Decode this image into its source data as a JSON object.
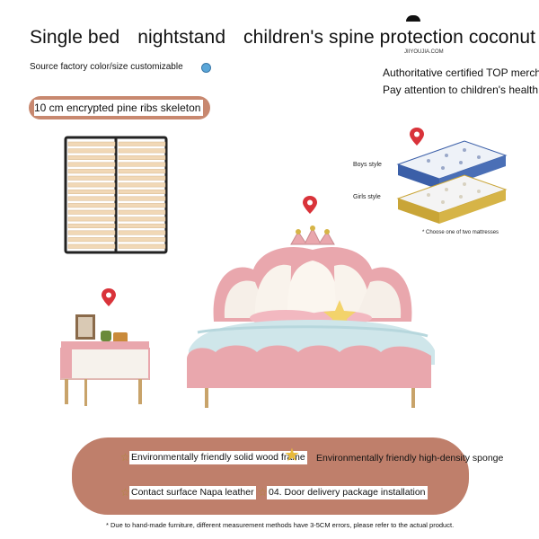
{
  "header": {
    "title_parts": [
      "Single bed",
      "nightstand",
      "children's spine protection coconut"
    ],
    "logo_text": "JIIYOUJIA.COM"
  },
  "subtitle": "Source factory color/size customizable",
  "badges": {
    "certified": "Authoritative certified TOP merch",
    "attention": "Pay attention to children's health"
  },
  "skeleton_label": "10 cm encrypted pine ribs skeleton",
  "mattress": {
    "boys_label": "Boys style",
    "girls_label": "Girls style",
    "note": "* Choose one of two mattresses"
  },
  "features": {
    "f1": "Environmentally friendly solid wood frame",
    "f2": "Environmentally friendly high-density sponge",
    "f3": "Contact surface Napa leather",
    "f4": "04. Door delivery package installation"
  },
  "footnote": "* Due to hand-made furniture, different measurement methods have 3-5CM errors, please refer to the actual product.",
  "colors": {
    "pill": "#c8886f",
    "features_bg": "#bf7f6b",
    "bed_pink": "#e9a7ad",
    "pin_red": "#d9333a",
    "mattress_blue": "#3b5fa8",
    "mattress_gold": "#c9a537"
  }
}
